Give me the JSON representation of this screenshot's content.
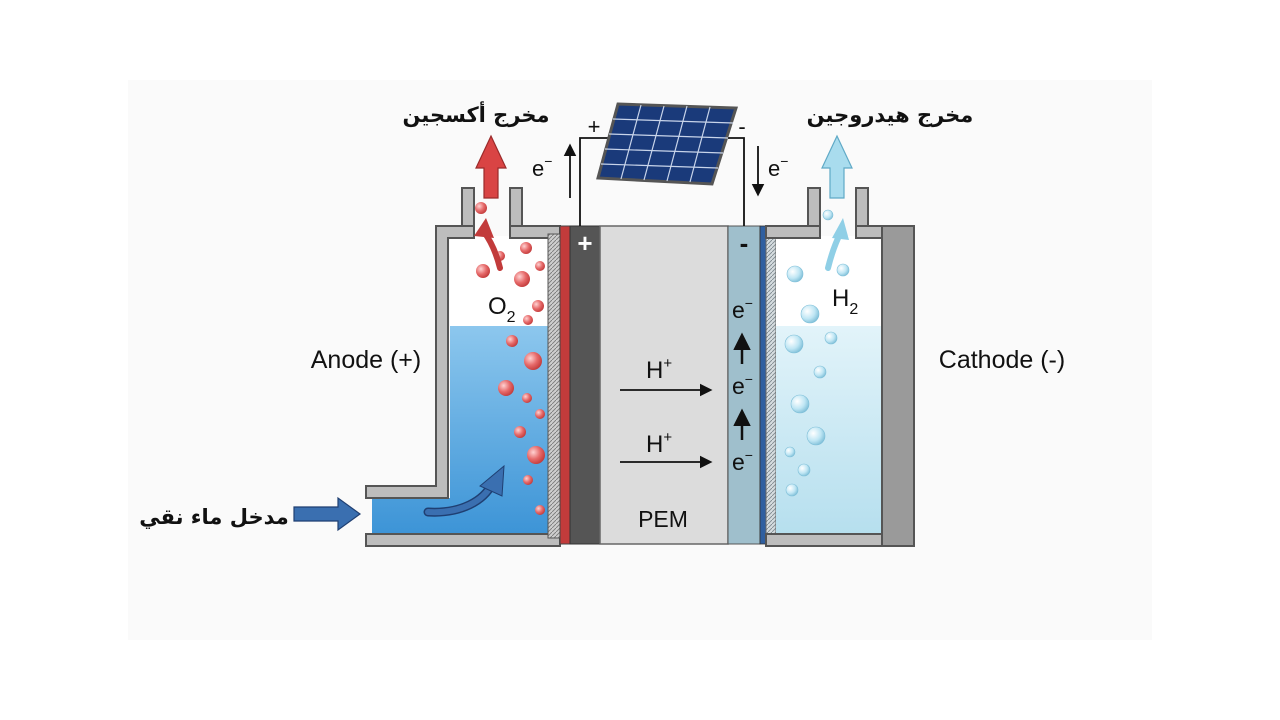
{
  "labels": {
    "oxygen_outlet": "مخرج أكسجين",
    "hydrogen_outlet": "مخرج هيدروجين",
    "water_inlet": "مدخل ماء نقي",
    "anode": "Anode (+)",
    "cathode": "Cathode (-)",
    "pem": "PEM",
    "o2_main": "O",
    "o2_sub": "2",
    "h2_main": "H",
    "h2_sub": "2",
    "proton_main": "H",
    "proton_sup": "+",
    "electron_main": "e",
    "electron_sup": "−",
    "plus_sign": "+",
    "minus_sign": "-",
    "panel_plus": "+",
    "panel_minus": "-"
  },
  "icons": {
    "solar_panel": "solar-panel-icon",
    "flow_arrow": "flow-arrow-icon"
  },
  "colors": {
    "oxygen": "#d94a4a",
    "hydrogen": "#8fcfe6",
    "anode_water": "#4fa3dc",
    "cathode_water": "#bfe3ef",
    "pem": "#dcdcdc",
    "anode_plate": "#555555",
    "cathode_plate": "#9fbfcc",
    "inlet_arrow": "#3a6fb0"
  }
}
